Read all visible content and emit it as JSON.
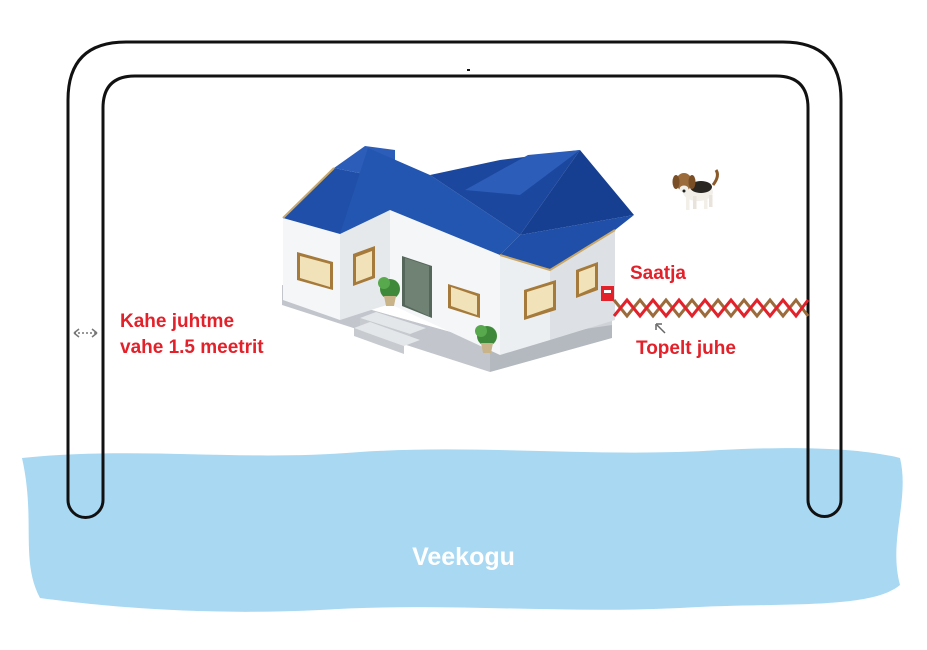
{
  "labels": {
    "wire_spacing_line1": "Kahe juhtme",
    "wire_spacing_line2": "vahe 1.5 meetrit",
    "transmitter": "Saatja",
    "twisted_wire": "Topelt juhe",
    "water_body": "Veekogu"
  },
  "colors": {
    "label_red": "#e3212a",
    "water": "#a8d8f2",
    "wire": "#111111",
    "roof": "#1f4fa8",
    "wall": "#f4f6f8",
    "twisted_red": "#e3212a",
    "twisted_brown": "#9c6b3c"
  },
  "icons": [
    "house-icon",
    "dog-icon",
    "transmitter-box-icon",
    "double-arrow-icon",
    "pointer-arrow-icon"
  ]
}
